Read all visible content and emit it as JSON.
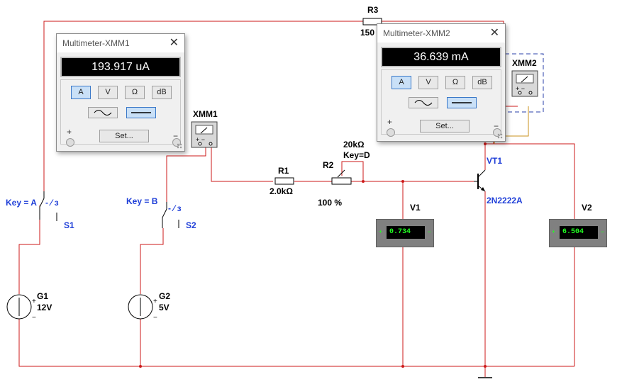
{
  "xmm1_window": {
    "title": "Multimeter-XMM1",
    "close": "✕",
    "reading": "193.917 uA",
    "modes": [
      "A",
      "V",
      "Ω",
      "dB"
    ],
    "active_mode": "A",
    "wave": "DC",
    "set_label": "Set...",
    "plus": "+",
    "minus": "−"
  },
  "xmm2_window": {
    "title": "Multimeter-XMM2",
    "close": "✕",
    "reading": "36.639 mA",
    "modes": [
      "A",
      "V",
      "Ω",
      "dB"
    ],
    "active_mode": "A",
    "wave": "DC",
    "set_label": "Set...",
    "plus": "+",
    "minus": "−"
  },
  "components": {
    "xmm1_label": "XMM1",
    "xmm2_label": "XMM2",
    "r1_name": "R1",
    "r1_value": "2.0kΩ",
    "r2_name": "R2",
    "r2_value": "20kΩ",
    "r2_key": "Key=D",
    "r2_percent": "100 %",
    "r3_name": "R3",
    "r3_value": "150",
    "vt1_name": "VT1",
    "vt1_model": "2N2222A",
    "s1_key": "Key = A",
    "s1_name": "S1",
    "s2_key": "Key = B",
    "s2_name": "S2",
    "g1_name": "G1",
    "g1_value": "12V",
    "g2_name": "G2",
    "g2_value": "5V",
    "v1_name": "V1",
    "v1_reading": "0.734",
    "v2_name": "V2",
    "v2_reading": "6.504"
  },
  "colors": {
    "wire": "#cc1a1a",
    "switch_label": "#1f3fd8",
    "meter_wire": "#c8901c",
    "display_green": "#22ff22"
  }
}
